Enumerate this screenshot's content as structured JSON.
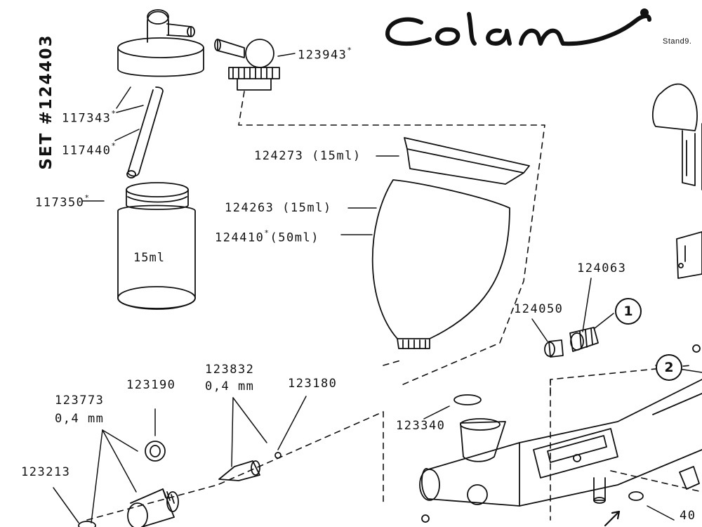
{
  "brand": {
    "logo_text": "Colani",
    "stand_text": "Stand9."
  },
  "set_title": "SET #124403",
  "jar_capacity": "15ml",
  "part_labels": {
    "p117343": {
      "num": "117343",
      "mark": "*"
    },
    "p117440": {
      "num": "117440",
      "mark": "*"
    },
    "p117350": {
      "num": "117350",
      "mark": "*"
    },
    "p123943": {
      "num": "123943",
      "mark": "*"
    },
    "p124273": {
      "text": "124273 (15ml)"
    },
    "p124263": {
      "text": "124263 (15ml)"
    },
    "p124410": {
      "num": "124410",
      "mark": "*",
      "suffix": "(50ml)"
    },
    "p124063": {
      "text": "124063"
    },
    "p124050": {
      "text": "124050"
    },
    "p123832": {
      "num": "123832",
      "size": "0,4 mm"
    },
    "p123180": {
      "text": "123180"
    },
    "p123190": {
      "text": "123190"
    },
    "p123773": {
      "num": "123773",
      "size": "0,4 mm"
    },
    "p123213": {
      "text": "123213"
    },
    "p123340": {
      "text": "123340"
    },
    "p_cut": {
      "text": "40"
    }
  },
  "callouts": [
    "1",
    "2"
  ],
  "colors": {
    "ink": "#111111",
    "paper": "#ffffff"
  }
}
